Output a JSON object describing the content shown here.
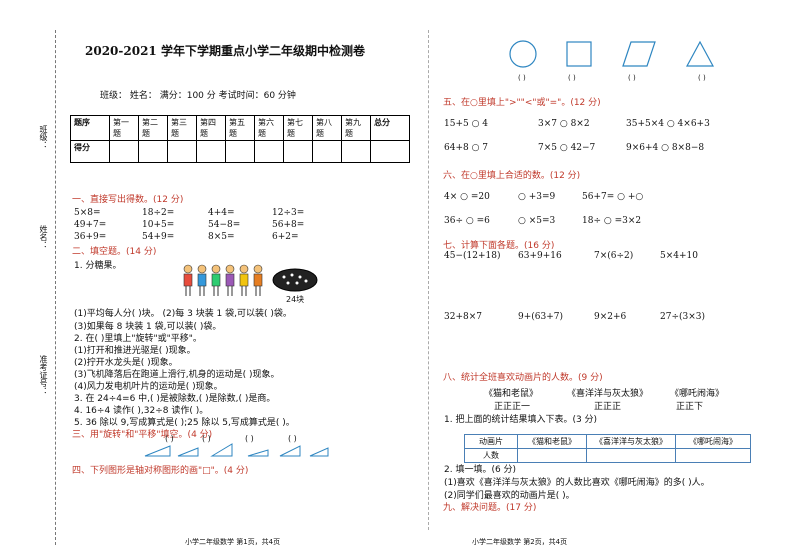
{
  "header": {
    "title": "2020-2021 学年下学期重点小学二年级期中检测卷",
    "info": "班级：        姓名：        满分：100 分    考试时间：60 分钟"
  },
  "binding": {
    "class": "班级：",
    "name": "姓名：",
    "ticket": "准考证号："
  },
  "score_table": {
    "row1": [
      "题序",
      "第一题",
      "第二题",
      "第三题",
      "第四题",
      "第五题",
      "第六题",
      "第七题",
      "第八题",
      "第九题",
      "总分"
    ],
    "row2_label": "得分"
  },
  "s1": {
    "heading": "一、直接写出得数。(12 分)",
    "rows": [
      [
        "5×8=",
        "18÷2=",
        "4+4=",
        "12÷3="
      ],
      [
        "49+7=",
        "10+5=",
        "54−8=",
        "56+8="
      ],
      [
        "36+9=",
        "54+9=",
        "8×5=",
        "6+2="
      ]
    ]
  },
  "s2": {
    "heading": "二、填空题。(14 分)",
    "q1": "1. 分糖果。",
    "candy": "24块",
    "lines": [
      "(1)平均每人分(      )块。          (2)每 3 块装 1 袋,可以装(      )袋。",
      "(3)如果每 8 块装 1 袋,可以装(      )袋。",
      "2. 在(      )里填上\"旋转\"或\"平移\"。",
      "(1)打开和推进光驱是(      )现象。",
      "(2)拧开水龙头是(      )现象。",
      "(3)飞机降落后在跑道上滑行,机身的运动是(      )现象。",
      "(4)风力发电机叶片的运动是(      )现象。",
      "3. 在 24÷4=6 中,(      )是被除数,(      )是除数,(      )是商。",
      "4. 16÷4 读作(            ),32÷8 读作(            )。",
      "5. 36 除以 9,写成算式是(            );25 除以 5,写成算式是(            )。"
    ]
  },
  "s3": {
    "heading": "三、用\"旋转\"和\"平移\"填空。(4 分)",
    "blank": "(      )"
  },
  "s4": {
    "heading": "四、下列图形是轴对称图形的画\"□\"。(4 分)"
  },
  "footers": {
    "left": "小学二年级数学    第1页，共4页",
    "right": "小学二年级数学    第2页，共4页"
  },
  "shapes": {
    "blank": "(   )"
  },
  "s5": {
    "heading": "五、在○里填上\">\"\"<\"或\"=\"。(12 分)",
    "rows": [
      [
        "15+5 ○ 4",
        "3×7 ○ 8×2",
        "35+5×4 ○ 4×6+3"
      ],
      [
        "64+8 ○ 7",
        "7×5 ○ 42−7",
        "9×6+4 ○ 8×8−8"
      ]
    ]
  },
  "s6": {
    "heading": "六、在○里填上合适的数。(12 分)",
    "rows": [
      [
        "4× ○ =20",
        "○ +3=9",
        "56+7= ○ +○"
      ],
      [
        "36÷ ○ =6",
        "○ ×5=3",
        "18÷ ○ =3×2"
      ]
    ]
  },
  "s7": {
    "heading": "七、计算下面各题。(16 分)",
    "rows": [
      [
        "45−(12+18)",
        "63+9+16",
        "7×(6÷2)",
        "5×4+10"
      ],
      [
        "32+8×7",
        "9+(63+7)",
        "9×2+6",
        "27÷(3×3)"
      ]
    ]
  },
  "s8": {
    "heading": "八、统计全班喜欢动画片的人数。(9 分)",
    "cartoons": [
      "《猫和老鼠》",
      "《喜洋洋与灰太狼》",
      "《哪吒闹海》"
    ],
    "tally": [
      "正正正一",
      "正正正",
      "正正下"
    ],
    "q1": "1. 把上面的统计结果填入下表。(3 分)",
    "table_row1": [
      "动画片",
      "《猫和老鼠》",
      "《喜洋洋与灰太狼》",
      "《哪吒闹海》"
    ],
    "table_row2": [
      "人数",
      "",
      "",
      ""
    ],
    "q2": "2. 填一填。(6 分)",
    "q2a": "(1)喜欢《喜洋洋与灰太狼》的人数比喜欢《哪吒闹海》的多(      )人。",
    "q2b": "(2)同学们最喜欢的动画片是(      )。"
  },
  "s9": {
    "heading": "九、解决问题。(17 分)"
  }
}
